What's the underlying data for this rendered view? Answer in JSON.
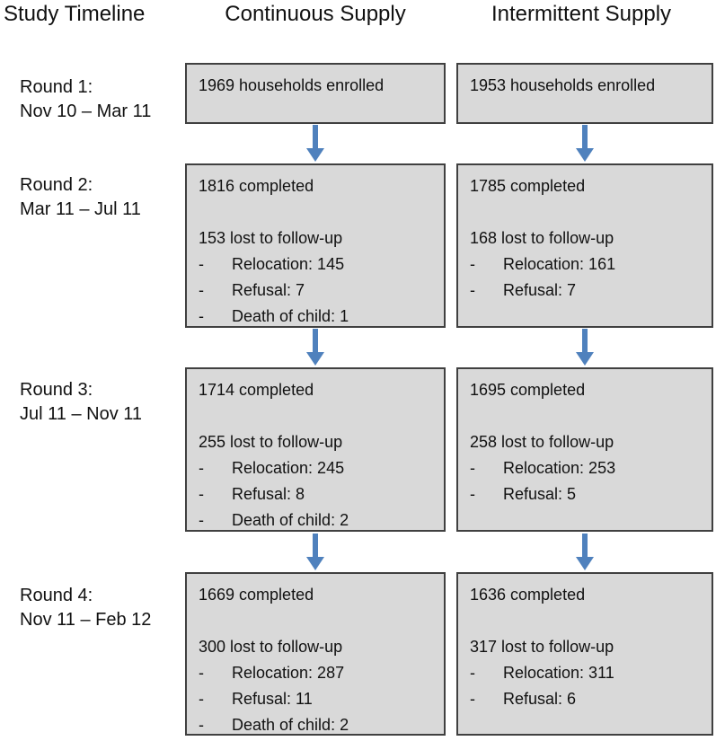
{
  "header": {
    "timeline": "Study Timeline",
    "continuous": "Continuous Supply",
    "intermittent": "Intermittent Supply"
  },
  "bullet": "-",
  "colors": {
    "box_fill": "#d9d9d9",
    "box_border": "#404040",
    "arrow_blue": "#4f81bd"
  },
  "rounds": [
    {
      "label": "Round 1:",
      "dates": "Nov 10 – Mar 11",
      "continuous": {
        "enrolled": "1969 households enrolled"
      },
      "intermittent": {
        "enrolled": "1953 households enrolled"
      }
    },
    {
      "label": "Round 2:",
      "dates": "Mar 11 – Jul 11",
      "continuous": {
        "completed": "1816 completed",
        "lost": "153 lost to follow-up",
        "items": [
          "Relocation: 145",
          "Refusal: 7",
          "Death of child: 1"
        ]
      },
      "intermittent": {
        "completed": "1785 completed",
        "lost": "168 lost to follow-up",
        "items": [
          "Relocation: 161",
          "Refusal: 7"
        ]
      }
    },
    {
      "label": "Round 3:",
      "dates": "Jul 11 – Nov 11",
      "continuous": {
        "completed": "1714 completed",
        "lost": "255 lost to follow-up",
        "items": [
          "Relocation: 245",
          "Refusal: 8",
          "Death of child: 2"
        ]
      },
      "intermittent": {
        "completed": "1695 completed",
        "lost": "258 lost to follow-up",
        "items": [
          "Relocation: 253",
          "Refusal: 5"
        ]
      }
    },
    {
      "label": "Round 4:",
      "dates": "Nov 11 – Feb 12",
      "continuous": {
        "completed": "1669 completed",
        "lost": "300 lost to follow-up",
        "items": [
          "Relocation: 287",
          "Refusal: 11",
          "Death of child: 2"
        ]
      },
      "intermittent": {
        "completed": "1636 completed",
        "lost": "317 lost to follow-up",
        "items": [
          "Relocation: 311",
          "Refusal: 6"
        ]
      }
    }
  ]
}
